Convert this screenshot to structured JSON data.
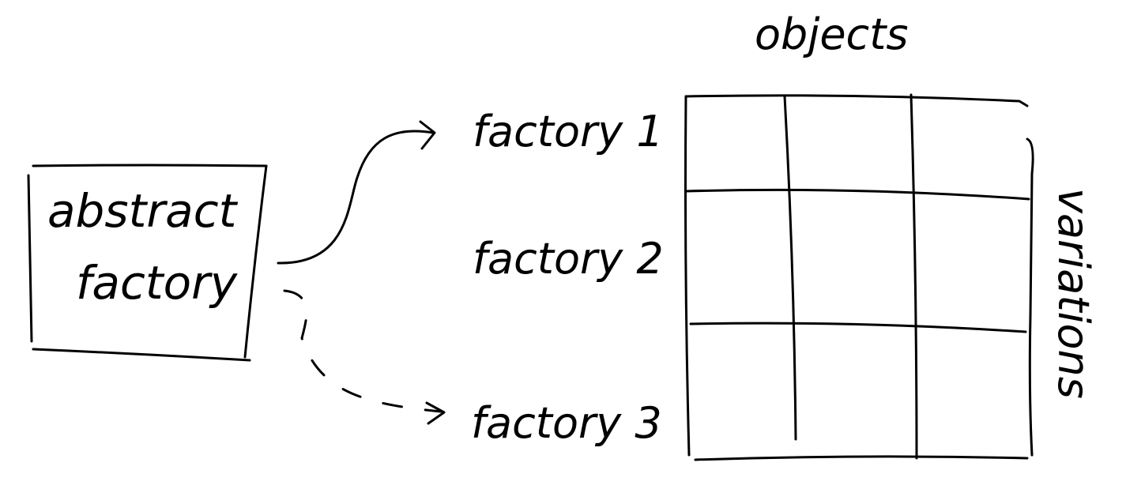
{
  "abstract_box": {
    "line1": "abstract",
    "line2": "factory"
  },
  "factories": [
    {
      "label": "factory 1",
      "arrow_style": "solid"
    },
    {
      "label": "factory 2"
    },
    {
      "label": "factory 3",
      "arrow_style": "dashed"
    }
  ],
  "grid": {
    "title": "objects",
    "side_label": "variations",
    "rows": 3,
    "columns": 3
  },
  "colors": {
    "ink": "#000000",
    "background": "#ffffff"
  }
}
